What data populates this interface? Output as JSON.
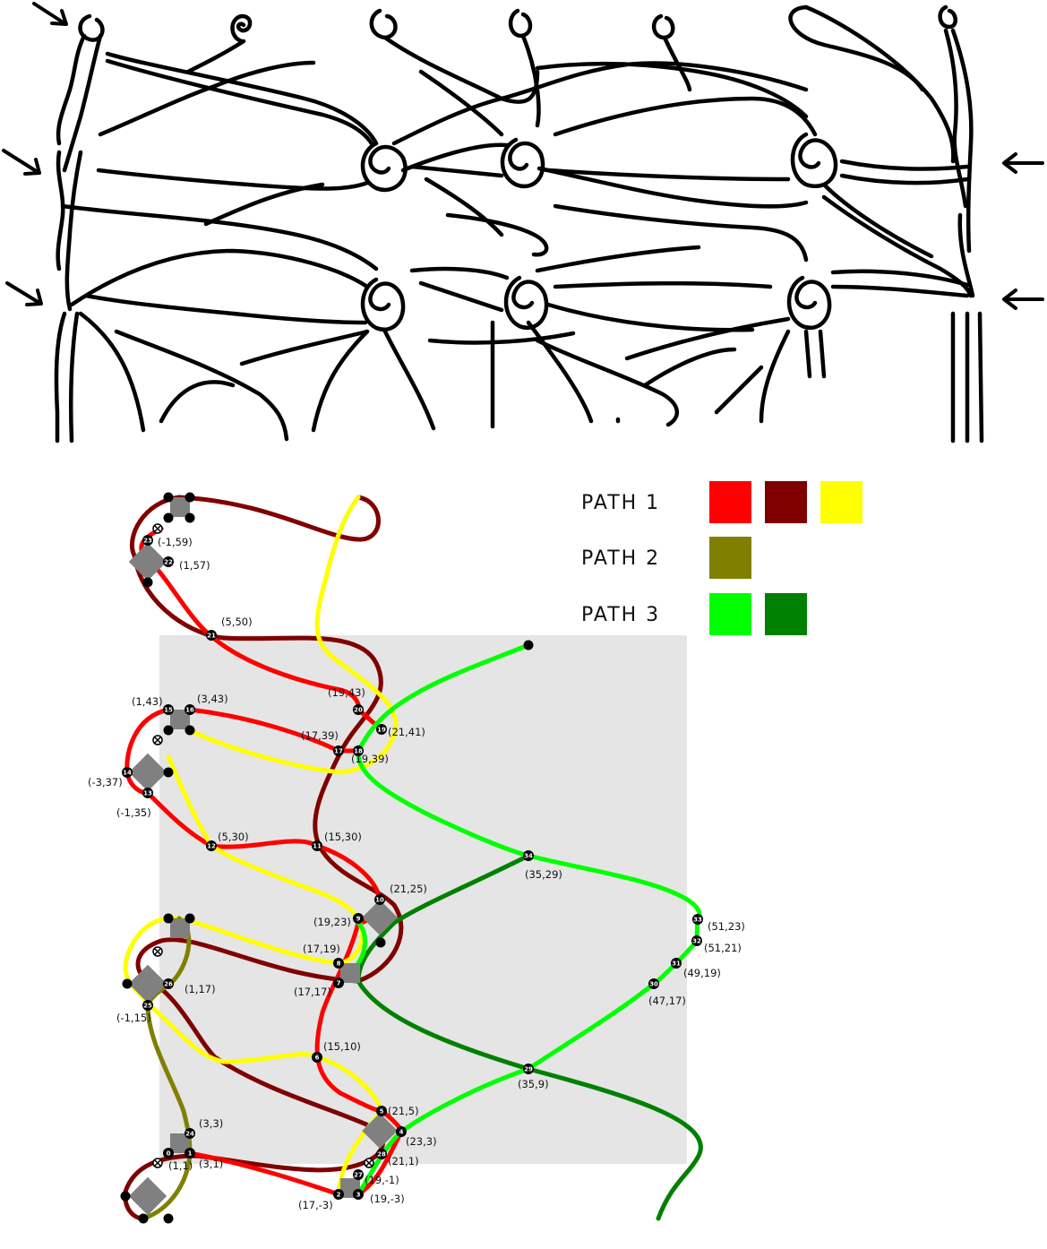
{
  "colors": {
    "red": "#ff0000",
    "dark_red": "#800000",
    "yellow": "#ffff00",
    "olive": "#808000",
    "lime": "#00ff00",
    "green": "#008000",
    "crossing_box": "#808080",
    "region_shade": "#e5e5e5"
  },
  "legend": [
    {
      "label": "PATH  1",
      "swatches": [
        "#ff0000",
        "#800000",
        "#ffff00"
      ]
    },
    {
      "label": "PATH  2",
      "swatches": [
        "#808000"
      ]
    },
    {
      "label": "PATH  3",
      "swatches": [
        "#00ff00",
        "#008000"
      ]
    }
  ],
  "nodes": [
    {
      "id": "0",
      "label": "(1,1)"
    },
    {
      "id": "1",
      "label": "(3,1)"
    },
    {
      "id": "2",
      "label": "(17,-3)"
    },
    {
      "id": "3",
      "label": "(19,-3)"
    },
    {
      "id": "4",
      "label": "(23,3)"
    },
    {
      "id": "5",
      "label": "(21,5)"
    },
    {
      "id": "6",
      "label": "(15,10)"
    },
    {
      "id": "7",
      "label": "(17,17)"
    },
    {
      "id": "8",
      "label": "(17,19)"
    },
    {
      "id": "9",
      "label": "(19,23)"
    },
    {
      "id": "10",
      "label": "(21,25)"
    },
    {
      "id": "11",
      "label": "(15,30)"
    },
    {
      "id": "12",
      "label": "(5,30)"
    },
    {
      "id": "13",
      "label": "(-1,35)"
    },
    {
      "id": "14",
      "label": "(-3,37)"
    },
    {
      "id": "15",
      "label": "(1,43)"
    },
    {
      "id": "16",
      "label": "(3,43)"
    },
    {
      "id": "17",
      "label": "(17,39)"
    },
    {
      "id": "18",
      "label": "(19,39)"
    },
    {
      "id": "19",
      "label": "(21,41)"
    },
    {
      "id": "20",
      "label": "(19,43)"
    },
    {
      "id": "21",
      "label": "(5,50)"
    },
    {
      "id": "22",
      "label": "(1,57)"
    },
    {
      "id": "23",
      "label": "(-1,59)"
    },
    {
      "id": "24",
      "label": "(3,3)"
    },
    {
      "id": "25",
      "label": "(-1,15)"
    },
    {
      "id": "26",
      "label": "(1,17)"
    },
    {
      "id": "27",
      "label": "(19,-1)"
    },
    {
      "id": "28",
      "label": "(21,1)"
    },
    {
      "id": "29",
      "label": "(35,9)"
    },
    {
      "id": "30",
      "label": "(47,17)"
    },
    {
      "id": "31",
      "label": "(49,19)"
    },
    {
      "id": "32",
      "label": "(51,21)"
    },
    {
      "id": "33",
      "label": "(51,23)"
    },
    {
      "id": "34",
      "label": "(35,29)"
    }
  ]
}
